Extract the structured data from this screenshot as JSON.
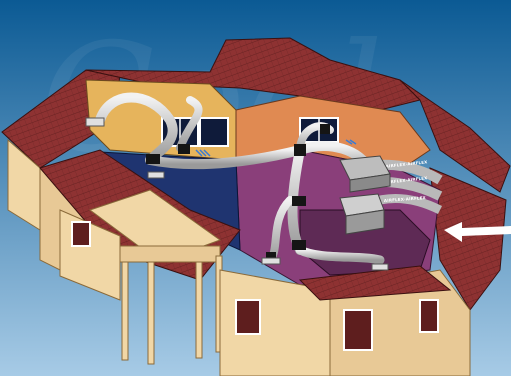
{
  "image": {
    "subject": "house-cutaway-ducted-air-conditioning",
    "colors": {
      "sky_top": "#0b5a94",
      "sky_bottom": "#a7cbe6",
      "roof_tile": "#8e3232",
      "roof_dark": "#5e1e1e",
      "wall": "#f1d7a6",
      "wall_shadow": "#cdb083",
      "floor_purple": "#8a3f7a",
      "floor_dark": "#5e2a55",
      "room_orange": "#e08a52",
      "room_yellow": "#e6b45c",
      "room_navy": "#1f3470",
      "duct_grey": "#cfcfcf",
      "duct_band": "#151515",
      "unit_grey": "#bdbdbd",
      "arrow_white": "#ffffff"
    }
  },
  "duct_labels": [
    "AIRFLEX·AIRFLEX·AIRFLEX",
    "AIRFLEX·AIRFLEX·AIRFLEX",
    "AIRFLEX·AIRFLEX"
  ],
  "icons": [
    "airflow-arrow-icon",
    "fan-coil-unit",
    "ducted-unit"
  ]
}
